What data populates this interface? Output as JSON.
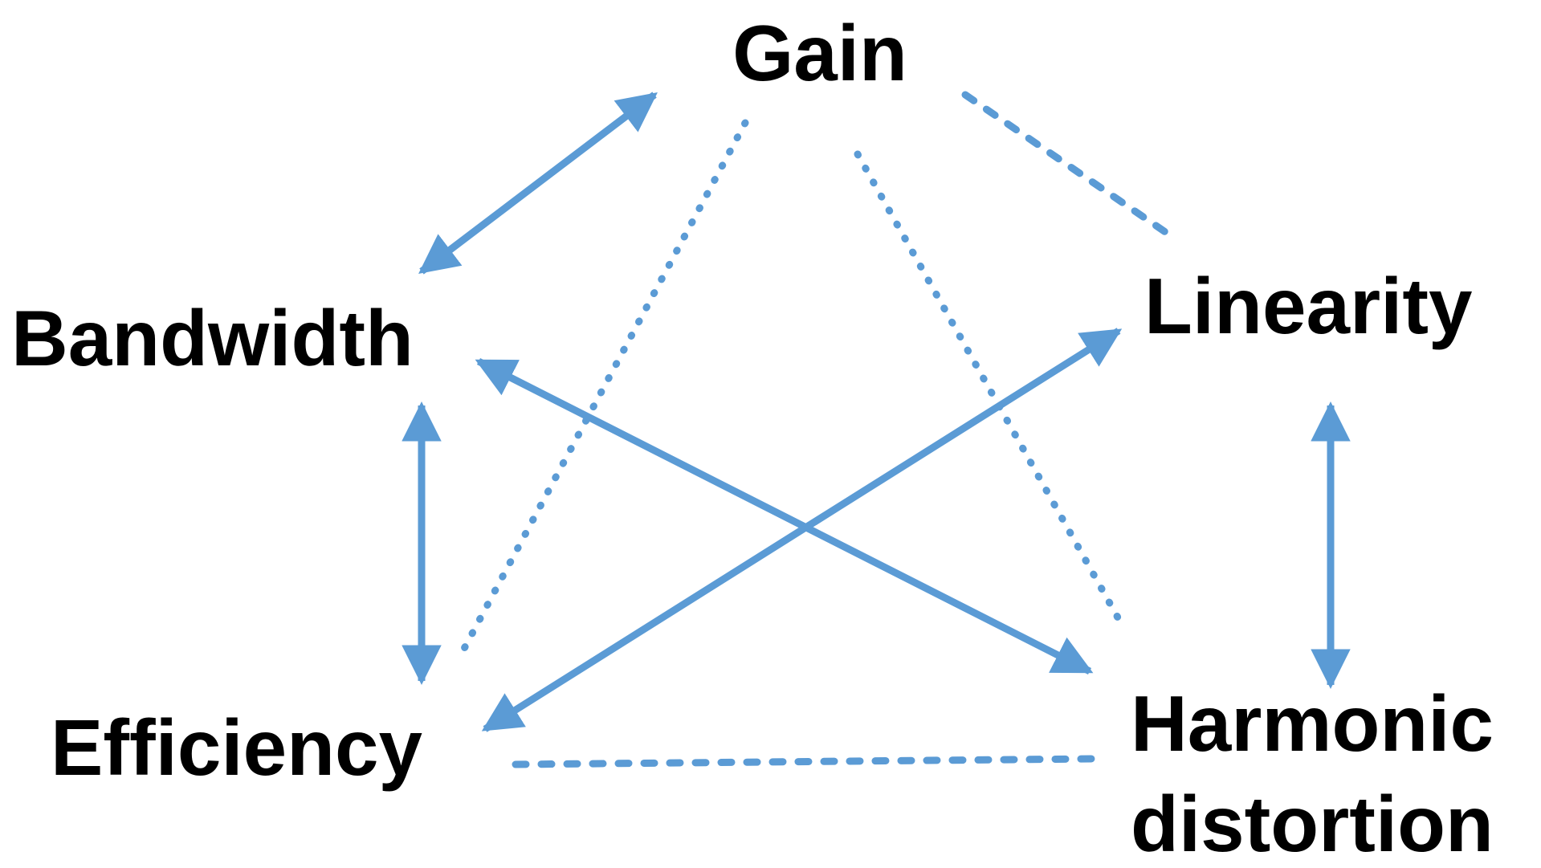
{
  "nodes": {
    "gain": {
      "label": "Gain"
    },
    "bandwidth": {
      "label": "Bandwidth"
    },
    "linearity": {
      "label": "Linearity"
    },
    "efficiency": {
      "label": "Efficiency"
    },
    "harmonic_distortion": {
      "label_line1": "Harmonic",
      "label_line2": "distortion"
    }
  },
  "edges": [
    {
      "from": "Gain",
      "to": "Bandwidth",
      "style": "solid",
      "direction": "both"
    },
    {
      "from": "Bandwidth",
      "to": "Efficiency",
      "style": "solid",
      "direction": "both"
    },
    {
      "from": "Bandwidth",
      "to": "Harmonic distortion",
      "style": "solid",
      "direction": "both"
    },
    {
      "from": "Efficiency",
      "to": "Linearity",
      "style": "solid",
      "direction": "both"
    },
    {
      "from": "Linearity",
      "to": "Harmonic distortion",
      "style": "solid",
      "direction": "both"
    },
    {
      "from": "Gain",
      "to": "Linearity",
      "style": "dotted",
      "direction": "none"
    },
    {
      "from": "Gain",
      "to": "Efficiency",
      "style": "dotted",
      "direction": "none"
    },
    {
      "from": "Gain",
      "to": "Harmonic distortion",
      "style": "dotted",
      "direction": "none"
    },
    {
      "from": "Efficiency",
      "to": "Harmonic distortion",
      "style": "dotted",
      "direction": "none"
    }
  ],
  "colors": {
    "edge": "#5b9bd5",
    "text": "#000000",
    "background": "#ffffff"
  }
}
